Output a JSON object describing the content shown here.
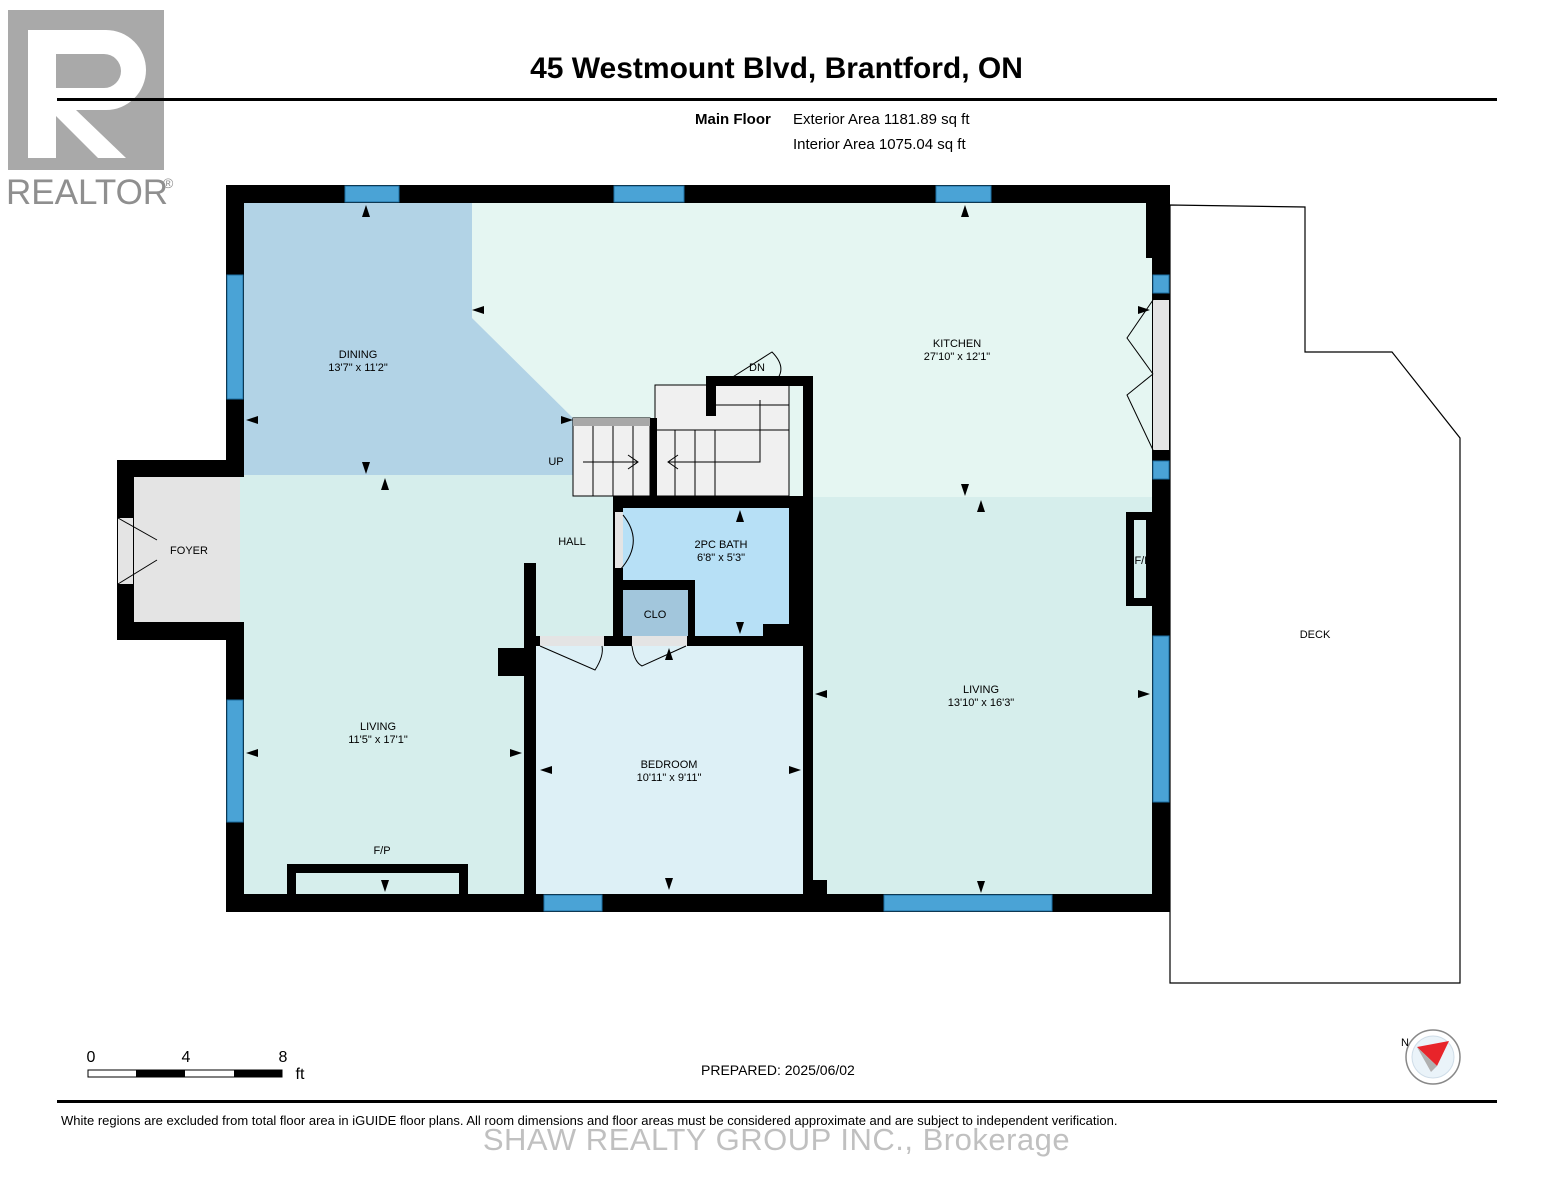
{
  "title": "45 Westmount Blvd, Brantford, ON",
  "floor": {
    "name": "Main Floor",
    "exterior_area": "Exterior Area 1181.89 sq ft",
    "interior_area": "Interior Area 1075.04 sq ft"
  },
  "logo": {
    "text": "REALTOR",
    "mark": "®"
  },
  "rooms": {
    "dining": {
      "name": "DINING",
      "dims": "13'7\" x 11'2\""
    },
    "kitchen": {
      "name": "KITCHEN",
      "dims": "27'10\" x 12'1\""
    },
    "foyer": {
      "name": "FOYER"
    },
    "hall": {
      "name": "HALL"
    },
    "bath": {
      "name": "2PC BATH",
      "dims": "6'8\" x 5'3\""
    },
    "closet": {
      "name": "CLO"
    },
    "living_left": {
      "name": "LIVING",
      "dims": "11'5\" x 17'1\""
    },
    "bedroom": {
      "name": "BEDROOM",
      "dims": "10'11\" x 9'11\""
    },
    "living_right": {
      "name": "LIVING",
      "dims": "13'10\" x 16'3\""
    },
    "deck": {
      "name": "DECK"
    }
  },
  "labels": {
    "stairs_up": "UP",
    "stairs_down": "DN",
    "fireplace_left": "F/P",
    "fireplace_right": "F/P"
  },
  "scale": {
    "ticks": [
      "0",
      "4",
      "8"
    ],
    "unit": "ft"
  },
  "compass": {
    "north": "N"
  },
  "colors": {
    "dining": "#b2d3e6",
    "living": "#d6eeec",
    "kitchen": "#e5f6f2",
    "bedroom": "#ddf0f6",
    "bath": "#b7e0f6",
    "closet": "#a2c6dc",
    "foyer": "#e4e4e4",
    "window": "#4aa3d6",
    "wall": "#000000"
  },
  "prepared": "PREPARED: 2025/06/02",
  "disclaimer": "White regions are excluded from total floor area in iGUIDE floor plans. All room dimensions and floor areas must be considered approximate and are subject to independent verification.",
  "watermark": "SHAW REALTY GROUP INC., Brokerage"
}
